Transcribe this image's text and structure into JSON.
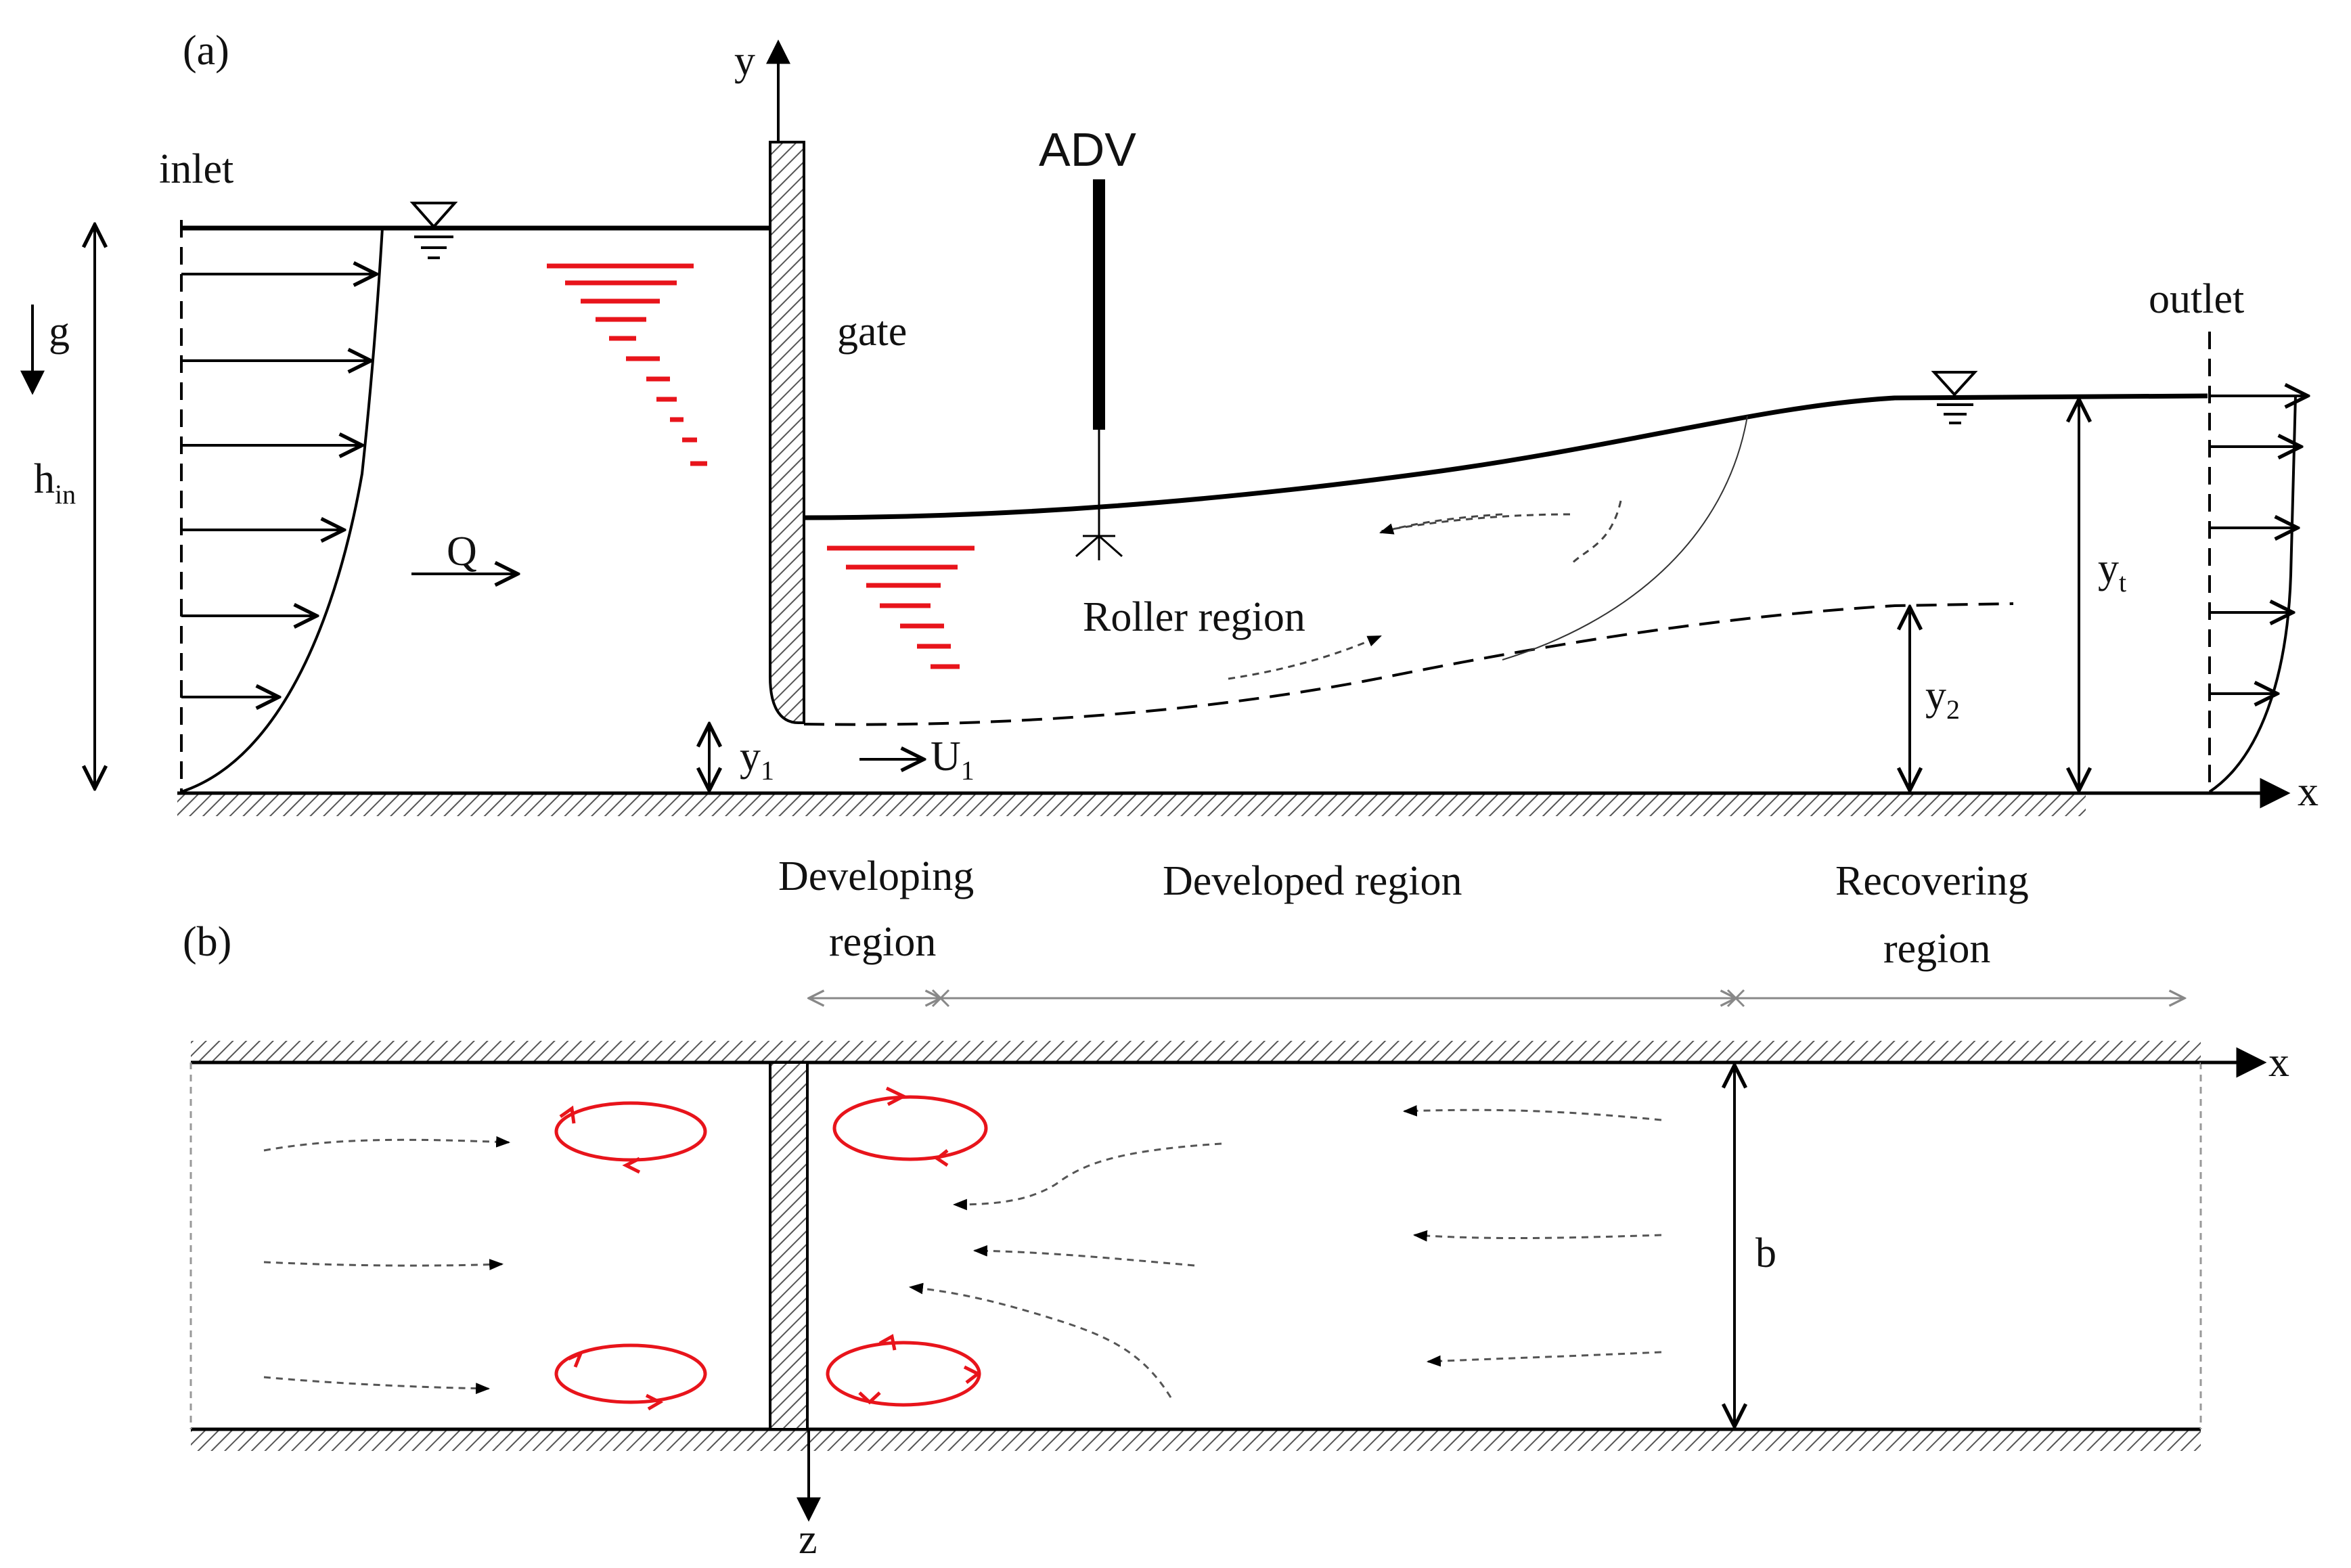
{
  "panel_a": {
    "panel_label": "(a)",
    "inlet": "inlet",
    "outlet": "outlet",
    "gate": "gate",
    "adv": "ADV",
    "g": "g",
    "h": "h",
    "h_sub": "in",
    "q": "Q",
    "y_axis": "y",
    "x_axis": "x",
    "y1": "y",
    "y1_sub": "1",
    "u1": "U",
    "u1_sub": "1",
    "y2": "y",
    "y2_sub": "2",
    "yt": "y",
    "yt_sub": "t",
    "roller": "Roller region"
  },
  "regions": {
    "developing_1": "Developing",
    "developing_2": "region",
    "developed": "Developed region",
    "recovering_1": "Recovering",
    "recovering_2": "region"
  },
  "panel_b": {
    "panel_label": "(b)",
    "x_axis": "x",
    "z_axis": "z",
    "b": "b"
  },
  "colors": {
    "line": "#000000",
    "accent": "#e8141b",
    "flowline": "#555555"
  }
}
